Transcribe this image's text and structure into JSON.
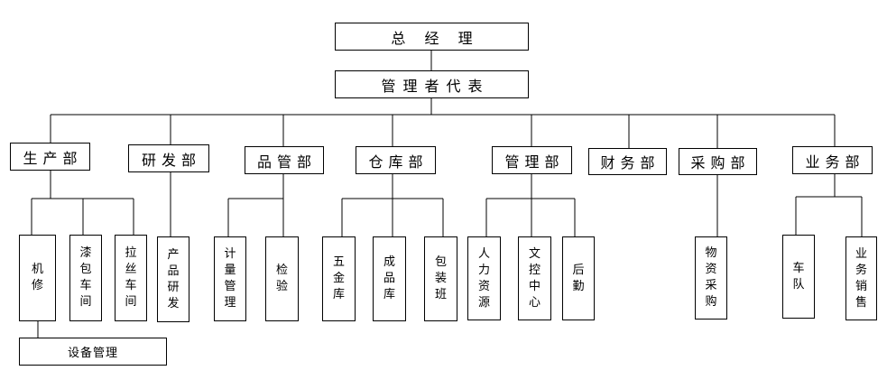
{
  "chart": {
    "ceo": "总 经 理",
    "rep": "管理者代表",
    "departments": {
      "production": "生产部",
      "rnd": "研发部",
      "quality": "品管部",
      "warehouse": "仓库部",
      "admin": "管理部",
      "finance": "财务部",
      "purchasing": "采购部",
      "sales": "业务部"
    },
    "units": {
      "maintenance": "机\n修",
      "paint": "漆\n包\n车\n间",
      "wire": "拉\n丝\n车\n间",
      "product_rnd": "产\n品\n研\n发",
      "metrology": "计\n量\n管\n理",
      "inspection": "检\n验",
      "hardware": "五\n金\n库",
      "finished": "成\n品\n库",
      "packing": "包\n装\n班",
      "hr": "人\n力\n资\n源",
      "doc_control": "文\n控\n中\n心",
      "logistics": "后\n勤",
      "procurement": "物\n资\n采\n购",
      "fleet": "车\n队",
      "biz_sales": "业\n务\n销\n售"
    },
    "equipment": "设备管理"
  }
}
